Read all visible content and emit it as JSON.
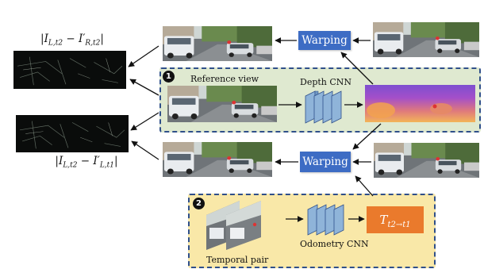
{
  "diagram": {
    "formula_right": "|I_{L,t2} − I′_{R,t2}|",
    "formula_left": "|I_{L,t2} − I′_{L,t1}|",
    "panel1": {
      "badge": "1",
      "label": "Reference view",
      "cnn_label": "Depth CNN"
    },
    "panel2": {
      "badge": "2",
      "label": "Temporal pair",
      "cnn_label": "Odometry CNN",
      "pose_label": "T_{t2→t1}"
    },
    "warp_label_top": "Warping",
    "warp_label_bottom": "Warping"
  },
  "colors": {
    "panel1_fill": "#dfe9d0",
    "panel2_fill": "#f9e8a8",
    "panel_border": "#2f4f8a",
    "warp_fill": "#3d6cc4",
    "pose_fill": "#ea7a2c",
    "cnn_fill": "#8fb4d9"
  }
}
